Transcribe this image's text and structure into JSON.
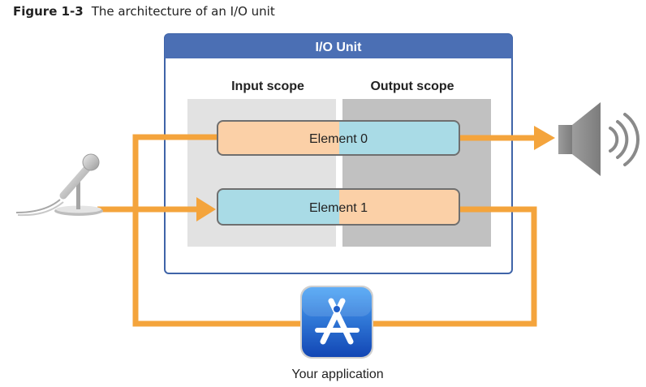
{
  "figure": {
    "label": "Figure 1-3",
    "title": "The architecture of an I/O unit"
  },
  "io_unit": {
    "title": "I/O Unit",
    "input_scope_label": "Input scope",
    "output_scope_label": "Output scope",
    "elements": [
      {
        "label": "Element 0"
      },
      {
        "label": "Element 1"
      }
    ]
  },
  "application": {
    "label": "Your application"
  },
  "colors": {
    "unit_header": "#4b6fb4",
    "unit_border": "#3f64a8",
    "input_scope_bg": "#e2e2e2",
    "output_scope_bg": "#c1c1c1",
    "element_orange": "#fbd0a7",
    "element_blue": "#a9dbe6",
    "flow_arrow": "#f4a43c",
    "app_icon_blue": "#1f5fc9"
  },
  "icons": [
    "microphone-icon",
    "speaker-icon",
    "app-store-icon"
  ]
}
